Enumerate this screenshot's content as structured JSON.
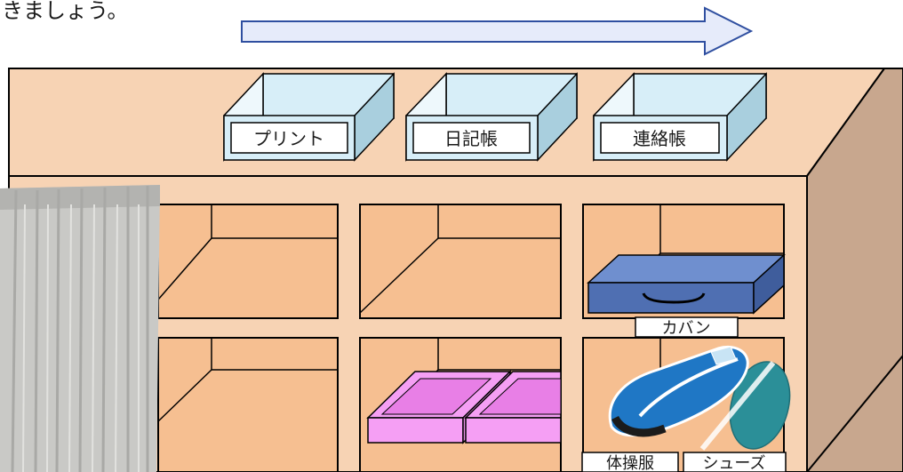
{
  "instruction_fragment": "きましょう。",
  "boxes": [
    {
      "label": "プリント"
    },
    {
      "label": "日記帳"
    },
    {
      "label": "連絡帳"
    }
  ],
  "items": {
    "bag_label": "カバン",
    "gym_clothes_label": "体操服",
    "shoes_label": "シューズ"
  },
  "colors": {
    "arrow_fill": "#e6ebfa",
    "arrow_stroke": "#2f4fa0",
    "cabinet": "#f7d3b4",
    "cabinet_side": "#c8a78e",
    "shelf_inner": "#f6bf91",
    "tray_top": "#d7eef8",
    "tray_side": "#a9cfde",
    "pink_tray": "#f59ff4",
    "bag": "#4f6fb2",
    "curtain": "#c9c9c6"
  }
}
